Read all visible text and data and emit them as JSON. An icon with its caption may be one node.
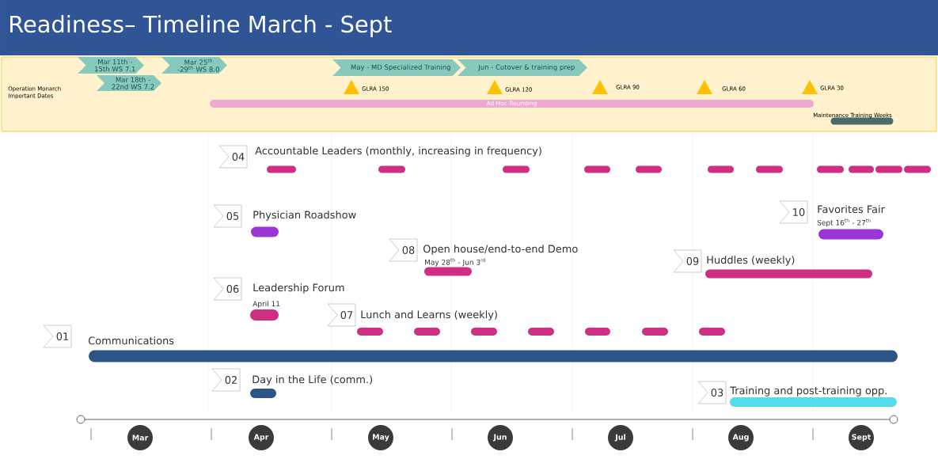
{
  "diagram": {
    "title": "Readiness– Timeline March - Sept",
    "nodes": [
      {
        "text": [
          "Mar 11th - 15th WS 7.1"
        ]
      },
      {
        "text": [
          "Mar 25$^{th}$ -29$^{th}$ WS 8.0"
        ]
      },
      {
        "text": [
          "Mar 18th - 22nd WS 7.2"
        ]
      },
      {
        "text": [
          "May - MD Specialized Training"
        ]
      },
      {
        "text": [
          "Jun - Cutover & training prep"
        ]
      },
      {
        "text": [
          "Ad Hoc Rounding"
        ]
      },
      {
        "text": [
          "04"
        ],
        "beside": [
          "Accountable Leaders (monthly, increasing in frequency)"
        ]
      },
      {
        "text": [
          "05"
        ],
        "beside": [
          "Physician Roadshow"
        ]
      },
      {
        "text": [
          "10"
        ],
        "beside": [
          "Favorites Fair",
          "Sept 16$^{th}$ - 27$^{th}$"
        ]
      },
      {
        "text": [
          "08"
        ],
        "beside": [
          "Open house/end-to-end Demo",
          "May 28$^{th}$ - Jun 3$^{rd}$"
        ]
      },
      {
        "text": [
          "09"
        ],
        "beside": [
          "Huddles (weekly)"
        ]
      },
      {
        "text": [
          "06"
        ],
        "beside": [
          "Leadership Forum",
          "April 11"
        ]
      },
      {
        "text": [
          "07"
        ],
        "beside": [
          "Lunch and Learns (weekly)"
        ]
      },
      {
        "text": [
          "01"
        ],
        "beside": [
          "Communications"
        ]
      },
      {
        "text": [
          "02"
        ],
        "beside": [
          "Day in the Life (comm.)"
        ]
      },
      {
        "text": [
          "03"
        ],
        "beside": [
          "Training and post-training opp."
        ]
      },
      {
        "text": [
          "Mar"
        ]
      },
      {
        "text": [
          "Apr"
        ]
      },
      {
        "text": [
          "May"
        ]
      },
      {
        "text": [
          "Jun"
        ]
      },
      {
        "text": [
          "Jul"
        ]
      },
      {
        "text": [
          "Aug"
        ]
      },
      {
        "text": [
          "Sept"
        ]
      },
      {
        "text": [],
        "shape": "triangle",
        "beside": [
          "GLRA 150"
        ]
      },
      {
        "text": [],
        "shape": "triangle",
        "beside": [
          "GLRA 120"
        ]
      },
      {
        "text": [],
        "shape": "triangle",
        "beside": [
          "GLRA 90"
        ]
      },
      {
        "text": [],
        "shape": "triangle",
        "beside": [
          "GLRA 60"
        ]
      },
      {
        "text": [],
        "shape": "triangle",
        "beside": [
          "GLRA 30"
        ]
      }
    ],
    "labels": [
      "Operation Monarch Important Dates",
      "Maintenance Training Weeks"
    ]
  }
}
